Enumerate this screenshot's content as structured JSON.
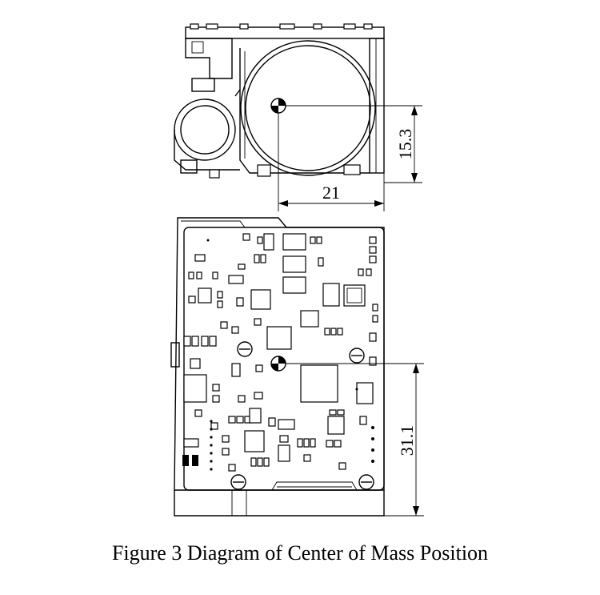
{
  "figure": {
    "caption": "Figure 3 Diagram of Center of Mass Position"
  },
  "dimensions": {
    "vertical_top": "15.3",
    "horizontal_top": "21",
    "vertical_bottom": "31.1"
  },
  "colors": {
    "line": "#000000",
    "background": "#ffffff"
  }
}
